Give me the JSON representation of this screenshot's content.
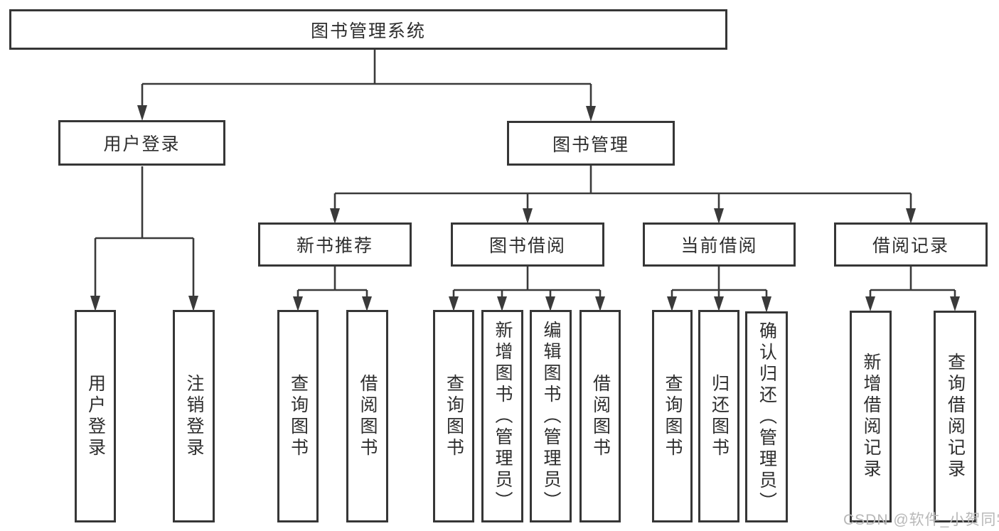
{
  "diagram": {
    "root": "图书管理系统",
    "level2": [
      "用户登录",
      "图书管理"
    ],
    "level3": [
      "新书推荐",
      "图书借阅",
      "当前借阅",
      "借阅记录"
    ],
    "leaves": {
      "login": [
        "用户登录",
        "注销登录"
      ],
      "recommend": [
        "查询图书",
        "借阅图书"
      ],
      "borrow": [
        "查询图书",
        "新增图书（管理员）",
        "编辑图书（管理员）",
        "借阅图书"
      ],
      "current": [
        "查询图书",
        "归还图书",
        "确认归还（管理员）"
      ],
      "records": [
        "新增借阅记录",
        "查询借阅记录"
      ]
    }
  },
  "watermark": "CSDN @软件_小贺同学",
  "colors": {
    "line": "#3a3a3a",
    "box_border": "#363636",
    "text": "#2e2e2e",
    "watermark": "#b8b8b8"
  }
}
